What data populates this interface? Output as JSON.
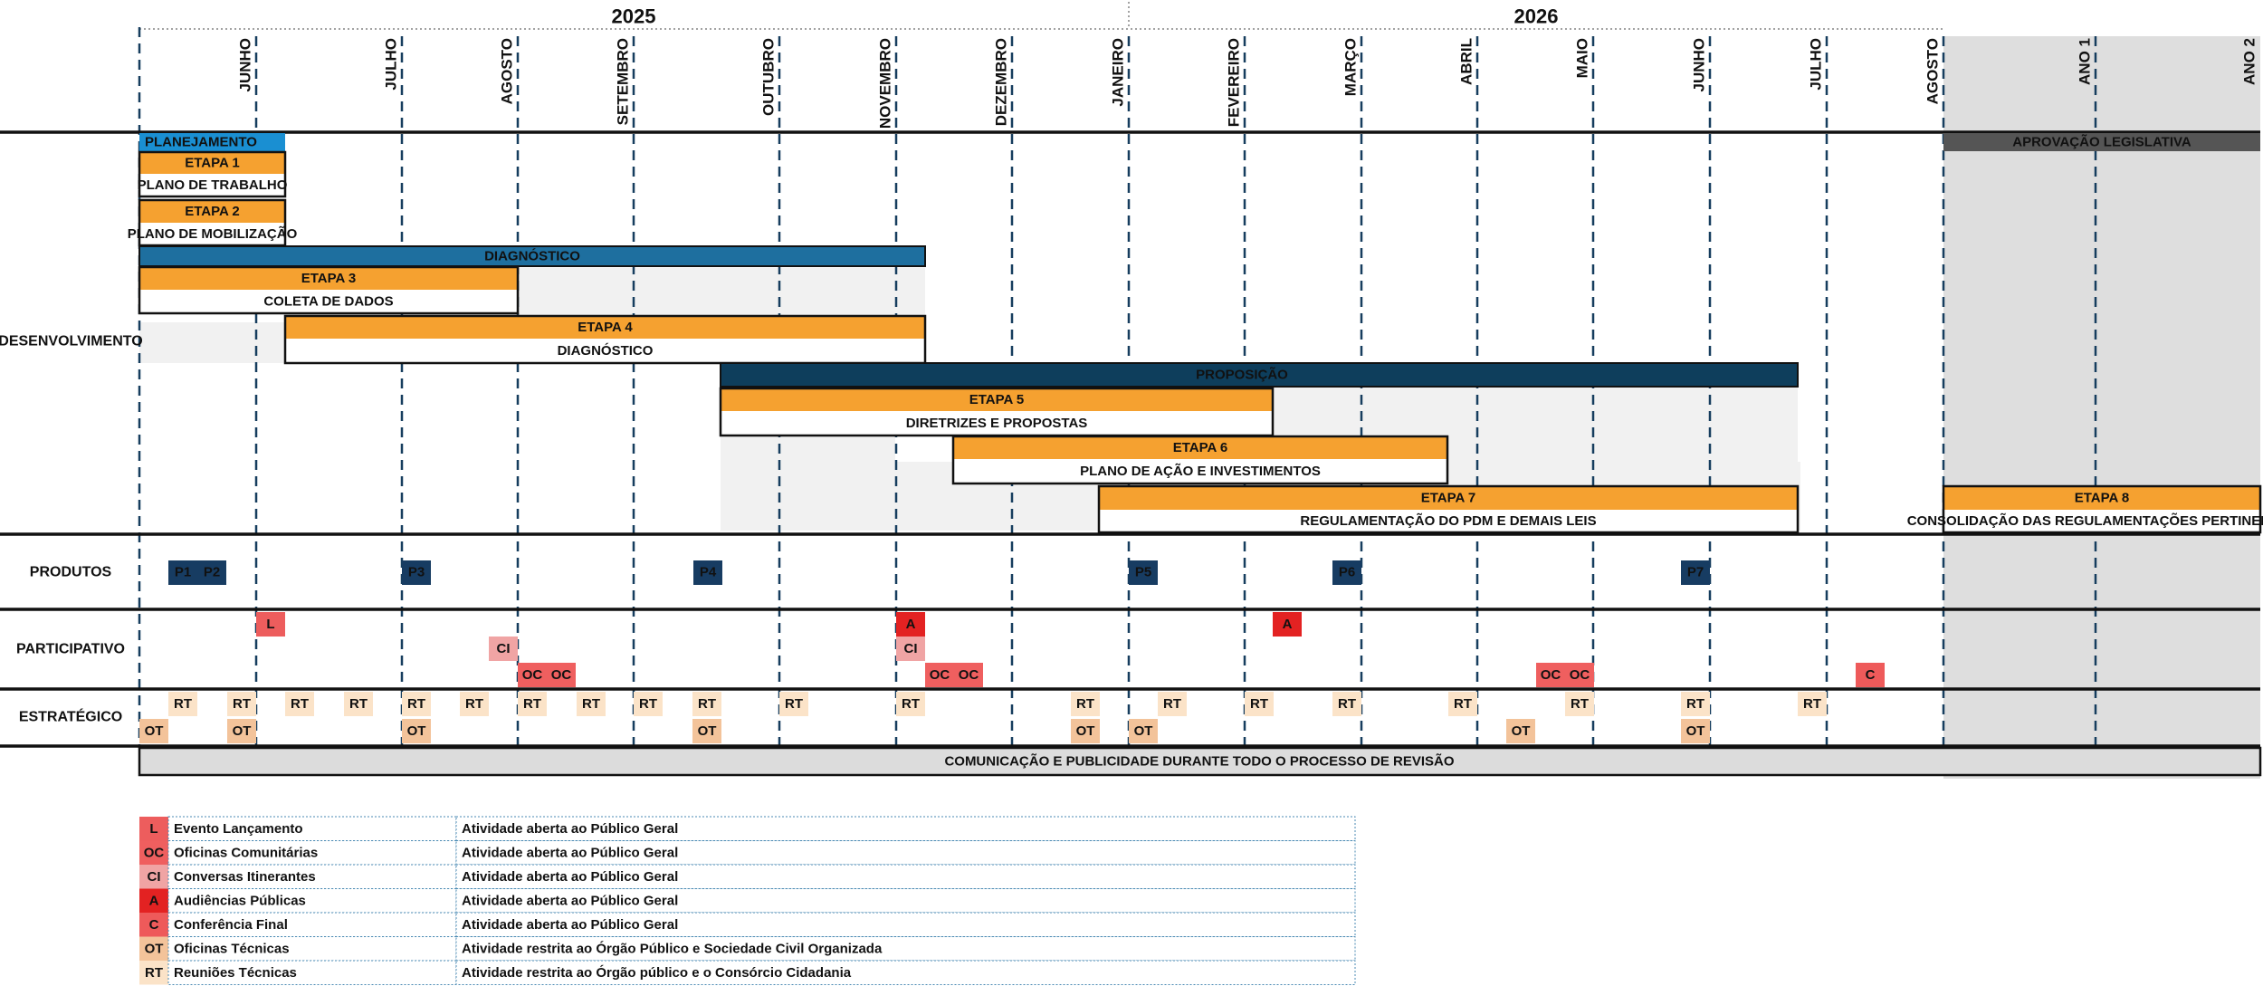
{
  "colors": {
    "planejamento": "#1a8fd2",
    "etapa": "#f5a130",
    "diagnostico": "#1e6f9f",
    "proposicao": "#0e3e5c",
    "produto": "#173c62",
    "cell_light": "#fdf6e6",
    "gray_zone": "#dedede",
    "label_desenvolvimento": "#f5a130",
    "label_produtos": "#173c62",
    "label_participativo": "#e75f5f",
    "label_estrategico": "#e8a366",
    "L": "#ed5d5d",
    "OC": "#ef5f5f",
    "CI": "#f0a4a4",
    "A": "#e32222",
    "C": "#ee5a5a",
    "OT": "#f3c39a",
    "RT": "#fbe3c8"
  },
  "timeline": {
    "years": [
      "2025",
      "2026"
    ],
    "months": [
      "JUNHO",
      "JULHO",
      "AGOSTO",
      "SETEMBRO",
      "OUTUBRO",
      "NOVEMBRO",
      "DEZEMBRO",
      "JANEIRO",
      "FEVEREIRO",
      "MARÇO",
      "ABRIL",
      "MAIO",
      "JUNHO",
      "JULHO",
      "AGOSTO"
    ],
    "years_after": [
      "ANO 1",
      "ANO 2"
    ]
  },
  "rows": {
    "desenvolvimento": "DESENVOLVIMENTO",
    "produtos": "PRODUTOS",
    "participativo": "PARTICIPATIVO",
    "estrategico": "ESTRATÉGICO"
  },
  "bars": {
    "planejamento": "PLANEJAMENTO",
    "aprovacao": "APROVAÇÃO LEGISLATIVA",
    "etapa1_title": "ETAPA 1",
    "etapa1_sub": "PLANO DE TRABALHO",
    "etapa2_title": "ETAPA 2",
    "etapa2_sub": "PLANO DE MOBILIZAÇÃO",
    "diagnostico": "DIAGNÓSTICO",
    "etapa3_title": "ETAPA 3",
    "etapa3_sub": "COLETA DE DADOS",
    "etapa4_title": "ETAPA 4",
    "etapa4_sub": "DIAGNÓSTICO",
    "proposicao": "PROPOSIÇÃO",
    "etapa5_title": "ETAPA 5",
    "etapa5_sub": "DIRETRIZES E PROPOSTAS",
    "etapa6_title": "ETAPA 6",
    "etapa6_sub": "PLANO DE AÇÃO E INVESTIMENTOS",
    "etapa7_title": "ETAPA 7",
    "etapa7_sub": "REGULAMENTAÇÃO DO PDM E DEMAIS LEIS",
    "etapa8_title": "ETAPA 8",
    "etapa8_sub": "CONSOLIDAÇÃO DAS REGULAMENTAÇÕES PERTINENTES"
  },
  "products": [
    "P1",
    "P2",
    "P3",
    "P4",
    "P5",
    "P6",
    "P7"
  ],
  "marks": {
    "L": "L",
    "OC": "OC",
    "CI": "CI",
    "A": "A",
    "C": "C",
    "OT": "OT",
    "RT": "RT"
  },
  "communication": "COMUNICAÇÃO E PUBLICIDADE DURANTE TODO O PROCESSO DE REVISÃO",
  "legend": [
    {
      "code": "L",
      "name": "Evento Lançamento",
      "desc": "Atividade aberta ao Público Geral"
    },
    {
      "code": "OC",
      "name": "Oficinas Comunitárias",
      "desc": "Atividade aberta ao Público Geral"
    },
    {
      "code": "CI",
      "name": "Conversas Itinerantes",
      "desc": "Atividade aberta ao Público Geral"
    },
    {
      "code": "A",
      "name": "Audiências Públicas",
      "desc": "Atividade aberta ao Público Geral"
    },
    {
      "code": "C",
      "name": "Conferência Final",
      "desc": "Atividade aberta ao Público Geral"
    },
    {
      "code": "OT",
      "name": "Oficinas Técnicas",
      "desc": "Atividade restrita ao Órgão Público e Sociedade Civil Organizada"
    },
    {
      "code": "RT",
      "name": "Reuniões Técnicas",
      "desc": "Atividade restrita ao Órgão público e o Consórcio Cidadania"
    }
  ]
}
